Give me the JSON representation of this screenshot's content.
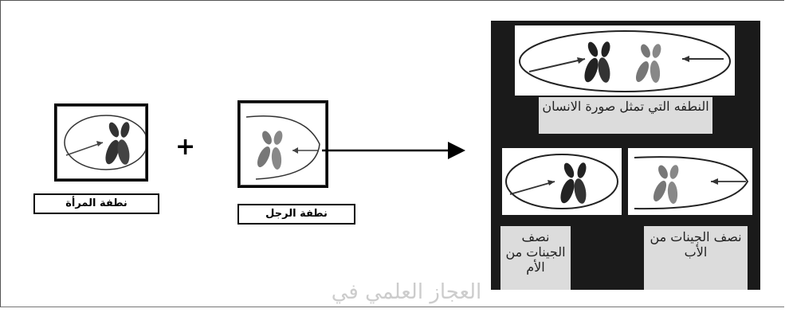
{
  "left": {
    "female": {
      "label": "نطفة المرأة"
    },
    "male": {
      "label": "نطفة الرجل"
    },
    "plus": "+"
  },
  "result_panel": {
    "top_caption": "النطفه التي تمثل صورة الانسان",
    "mother_caption": "نصف الجينات من الأم",
    "father_caption": "نصف الجينات من الأب"
  },
  "watermark": "العجاز العلمي في"
}
